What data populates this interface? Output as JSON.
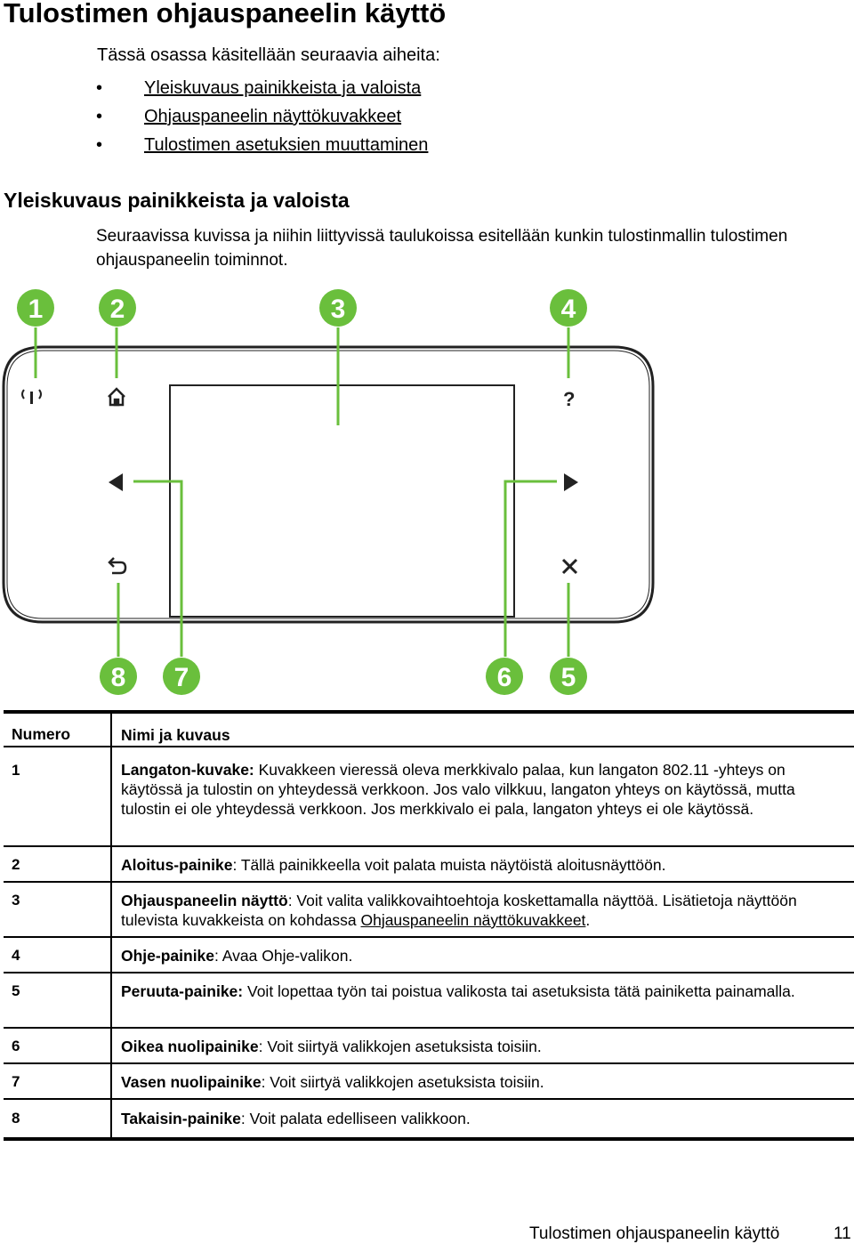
{
  "page": {
    "title": "Tulostimen ohjauspaneelin käyttö",
    "intro": "Tässä osassa käsitellään seuraavia aiheita:",
    "toc": [
      {
        "bullet": "•",
        "label": "Yleiskuvaus painikkeista ja valoista"
      },
      {
        "bullet": "•",
        "label": "Ohjauspaneelin näyttökuvakkeet"
      },
      {
        "bullet": "•",
        "label": "Tulostimen asetuksien muuttaminen"
      }
    ],
    "section_heading": "Yleiskuvaus painikkeista ja valoista",
    "section_text": "Seuraavissa kuvissa ja niihin liittyvissä taulukoissa esitellään kunkin tulostinmallin tulostimen ohjauspaneelin toiminnot."
  },
  "diagram": {
    "callouts": [
      "1",
      "2",
      "3",
      "4",
      "5",
      "6",
      "7",
      "8"
    ],
    "callout_color": "#6abf3c",
    "icons": {
      "wireless": "wireless-icon",
      "home": "home-icon",
      "help": "help-icon",
      "left": "left-arrow-icon",
      "right": "right-arrow-icon",
      "back": "back-icon",
      "cancel": "cancel-icon"
    }
  },
  "table": {
    "header": {
      "number": "Numero",
      "name": "Nimi ja kuvaus"
    },
    "rows": [
      {
        "number": "1",
        "name": "Langaton-kuvake:",
        "text": " Kuvakkeen vieressä oleva merkkivalo palaa, kun langaton 802.11 -yhteys on käytössä ja tulostin on yhteydessä verkkoon. Jos valo vilkkuu, langaton yhteys on käytössä, mutta tulostin ei ole yhteydessä verkkoon. Jos merkkivalo ei pala, langaton yhteys ei ole käytössä."
      },
      {
        "number": "2",
        "name": "Aloitus-painike",
        "text": ": Tällä painikkeella voit palata muista näytöistä aloitusnäyttöön."
      },
      {
        "number": "3",
        "name": "Ohjauspaneelin näyttö",
        "text": ": Voit valita valikkovaihtoehtoja koskettamalla näyttöä. Lisätietoja näyttöön tulevista kuvakkeista on kohdassa ",
        "link": "Ohjauspaneelin näyttökuvakkeet",
        "after": "."
      },
      {
        "number": "4",
        "name": "Ohje-painike",
        "text": ": Avaa Ohje-valikon."
      },
      {
        "number": "5",
        "name": "Peruuta-painike:",
        "text": " Voit lopettaa työn tai poistua valikosta tai asetuksista tätä painiketta painamalla."
      },
      {
        "number": "6",
        "name": "Oikea nuolipainike",
        "text": ": Voit siirtyä valikkojen asetuksista toisiin."
      },
      {
        "number": "7",
        "name": "Vasen nuolipainike",
        "text": ": Voit siirtyä valikkojen asetuksista toisiin."
      },
      {
        "number": "8",
        "name": "Takaisin-painike",
        "text": ": Voit palata edelliseen valikkoon."
      }
    ]
  },
  "footer": {
    "title": "Tulostimen ohjauspaneelin käyttö",
    "page_number": "11"
  }
}
